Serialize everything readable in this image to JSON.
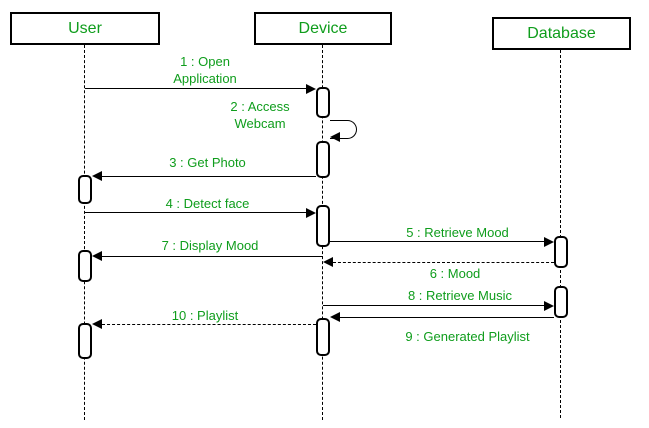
{
  "diagram": {
    "type": "uml-sequence-diagram",
    "colors": {
      "label_text": "#0f9d1c",
      "line": "#000000",
      "background": "#ffffff"
    },
    "actors": [
      {
        "id": "user",
        "label": "User"
      },
      {
        "id": "device",
        "label": "Device"
      },
      {
        "id": "database",
        "label": "Database"
      }
    ],
    "messages": [
      {
        "label": "1 : Open Application",
        "from": "User",
        "to": "Device",
        "style": "solid"
      },
      {
        "label": "2 : Access Webcam",
        "from": "Device",
        "to": "Device",
        "style": "self"
      },
      {
        "label": "3 : Get Photo",
        "from": "Device",
        "to": "User",
        "style": "solid"
      },
      {
        "label": "4 : Detect face",
        "from": "User",
        "to": "Device",
        "style": "solid"
      },
      {
        "label": "5 : Retrieve Mood",
        "from": "Device",
        "to": "Database",
        "style": "solid"
      },
      {
        "label": "6 : Mood",
        "from": "Database",
        "to": "Device",
        "style": "dashed"
      },
      {
        "label": "7 : Display Mood",
        "from": "Device",
        "to": "User",
        "style": "solid"
      },
      {
        "label": "8 : Retrieve Music",
        "from": "Device",
        "to": "Database",
        "style": "solid"
      },
      {
        "label": "9 : Generated Playlist",
        "from": "Database",
        "to": "Device",
        "style": "solid"
      },
      {
        "label": "10 : Playlist",
        "from": "Device",
        "to": "User",
        "style": "dashed"
      }
    ]
  }
}
